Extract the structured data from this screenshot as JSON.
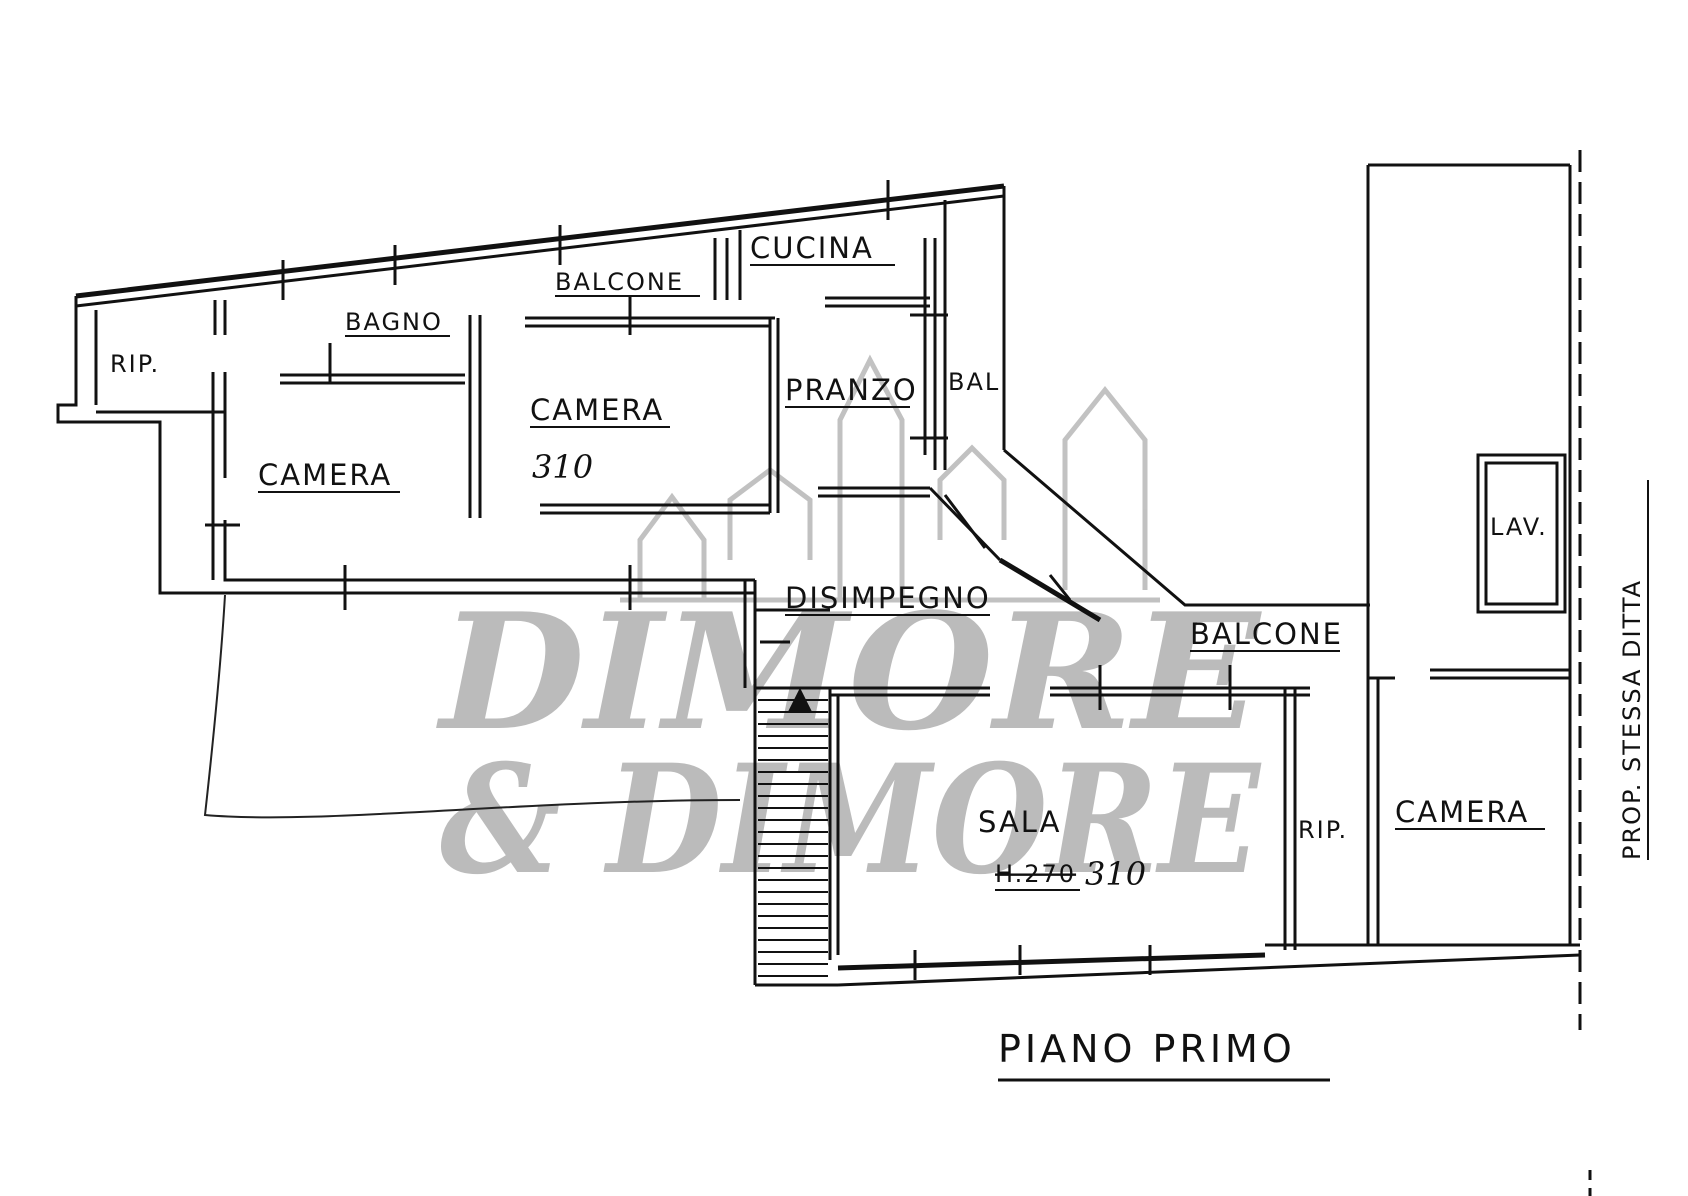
{
  "plan": {
    "title": "PIANO PRIMO",
    "side_note": "PROP. STESSA DITTA",
    "rooms": {
      "rip_left": "RIP.",
      "bagno": "BAGNO",
      "balcone_top": "BALCONE",
      "cucina": "CUCINA",
      "camera_left": "CAMERA",
      "camera_center": "CAMERA",
      "camera_center_height": "310",
      "pranzo": "PRANZO",
      "bal": "BAL.",
      "disimpegno": "DISIMPEGNO",
      "balcone_right": "BALCONE",
      "lav": "LAV.",
      "sala": "SALA",
      "sala_height_old": "H.270",
      "sala_height_new": "310",
      "rip_right": "RIP.",
      "camera_right": "CAMERA"
    }
  },
  "watermark": {
    "line1": "DIMORE",
    "line2": "& DIMORE"
  }
}
